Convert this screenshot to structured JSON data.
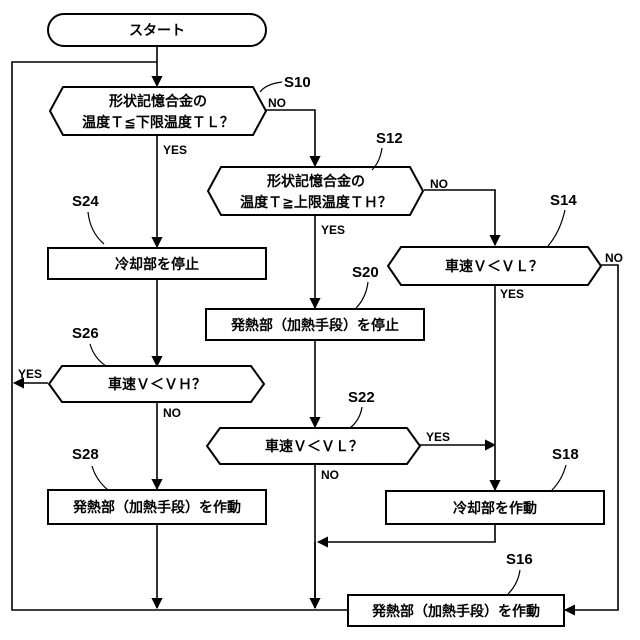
{
  "start": {
    "text": "スタート"
  },
  "S10": {
    "label": "S10",
    "line1": "形状記憶合金の",
    "line2": "温度Ｔ≦下限温度ＴＬ？"
  },
  "S12": {
    "label": "S12",
    "line1": "形状記憶合金の",
    "line2": "温度Ｔ≧上限温度ＴＨ？"
  },
  "S14": {
    "label": "S14",
    "text": "車速Ｖ＜ＶＬ？"
  },
  "S16": {
    "label": "S16",
    "text": "発熱部（加熱手段）を作動"
  },
  "S18": {
    "label": "S18",
    "text": "冷却部を作動"
  },
  "S20": {
    "label": "S20",
    "text": "発熱部（加熱手段）を停止"
  },
  "S22": {
    "label": "S22",
    "text": "車速Ｖ＜ＶＬ？"
  },
  "S24": {
    "label": "S24",
    "text": "冷却部を停止"
  },
  "S26": {
    "label": "S26",
    "text": "車速Ｖ＜ＶＨ？"
  },
  "S28": {
    "label": "S28",
    "text": "発熱部（加熱手段）を作動"
  },
  "branches": {
    "s10_yes": "YES",
    "s10_no": "NO",
    "s12_yes": "YES",
    "s12_no": "NO",
    "s14_yes": "YES",
    "s14_no": "NO",
    "s22_yes": "YES",
    "s22_no": "NO",
    "s26_yes": "YES",
    "s26_no": "NO"
  }
}
